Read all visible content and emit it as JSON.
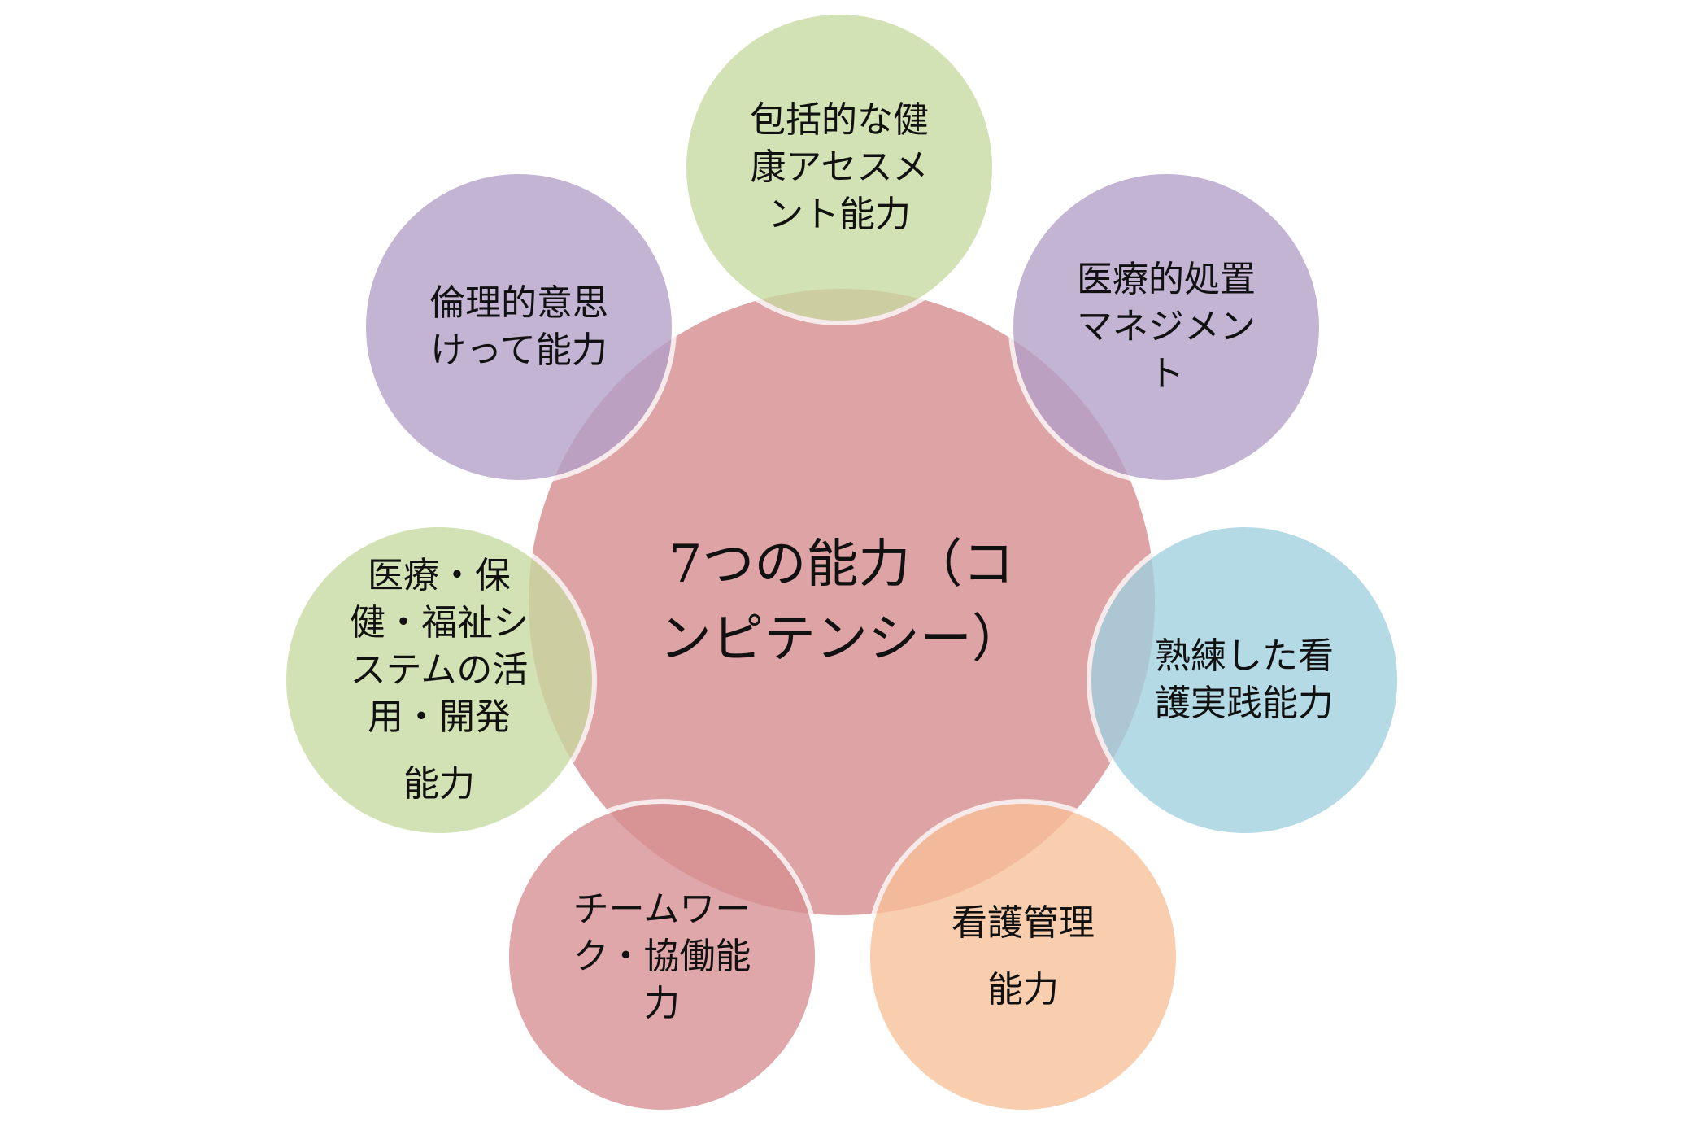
{
  "diagram": {
    "center": {
      "lines": [
        "7つの能力（コ",
        "ンピテンシー）"
      ],
      "color": "#d78f91"
    },
    "nodes": [
      {
        "id": "comprehensive-health-assessment",
        "lines": [
          "包括的な健",
          "康アセスメ",
          "ント能力"
        ],
        "color": "#c7dba0"
      },
      {
        "id": "medical-procedure-management",
        "lines": [
          "医療的処置",
          "マネジメン",
          "ト"
        ],
        "color": "#b3a0c9"
      },
      {
        "id": "skilled-nursing-practice",
        "lines": [
          "熟練した看",
          "護実践能力"
        ],
        "color": "#9fd0e0"
      },
      {
        "id": "nursing-management",
        "lines": [
          "看護管理",
          "能力"
        ],
        "color": "#f8c198"
      },
      {
        "id": "teamwork-collaboration",
        "lines": [
          "チームワー",
          "ク・協働能",
          "力"
        ],
        "color": "#d78f91"
      },
      {
        "id": "system-utilization-development",
        "lines": [
          "医療・保",
          "健・福祉シ",
          "ステムの活",
          "用・開発",
          "能力"
        ],
        "color": "#c7dba0"
      },
      {
        "id": "ethical-decision-making",
        "lines": [
          "倫理的意思",
          "けって能力"
        ],
        "color": "#b3a0c9"
      }
    ]
  }
}
